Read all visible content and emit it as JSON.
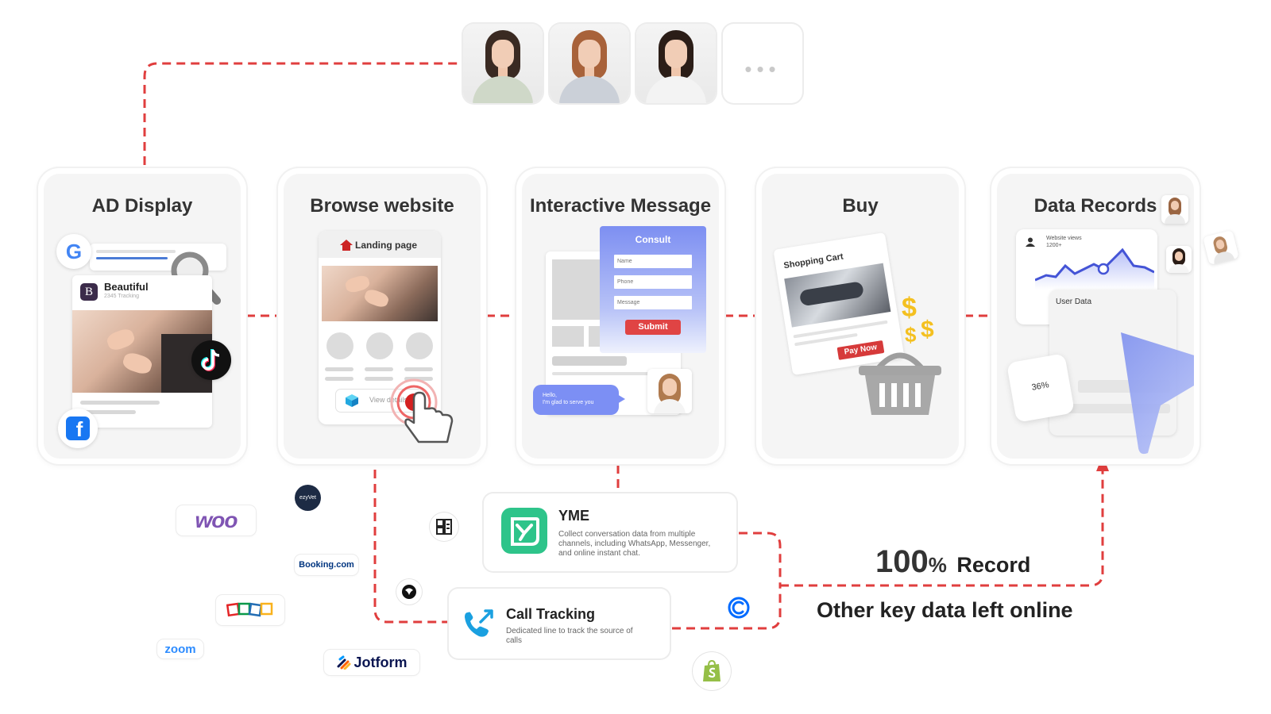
{
  "stages": [
    {
      "id": "ad",
      "title": "AD Display"
    },
    {
      "id": "browse",
      "title": "Browse website"
    },
    {
      "id": "message",
      "title": "Interactive Message"
    },
    {
      "id": "buy",
      "title": "Buy"
    },
    {
      "id": "records",
      "title": "Data Records"
    }
  ],
  "ad": {
    "brand_initial": "B",
    "brand_name": "Beautiful",
    "brand_sub": "2345 Tracking",
    "google_letter": "G",
    "facebook_letter": "f"
  },
  "browse": {
    "landing_label": "Landing page",
    "view_label": "View details"
  },
  "message": {
    "form_title": "Consult",
    "name_placeholder": "Name",
    "phone_placeholder": "Phone",
    "message_placeholder": "Message",
    "submit_label": "Submit",
    "chat_line1": "Hello,",
    "chat_line2": "I'm glad to serve you"
  },
  "buy": {
    "cart_label": "Shopping Cart",
    "pay_label": "Pay Now",
    "dollar": "$"
  },
  "records": {
    "views_label": "Website views",
    "views_value": "1200+",
    "user_data_label": "User Data",
    "percent": "36%"
  },
  "yme": {
    "title": "YME",
    "description": "Collect conversation data from multiple channels, including WhatsApp, Messenger, and online instant chat."
  },
  "call": {
    "title": "Call Tracking",
    "description": "Dedicated line to track the source of calls"
  },
  "brands": {
    "woo": "woo",
    "booking": "Booking.com",
    "zoom": "zoom",
    "jotform": "Jotform",
    "ezyvet": "ezyVet"
  },
  "summary": {
    "percent_number": "100",
    "percent_sign": "%",
    "record_word": "Record",
    "subtitle": "Other key data left online"
  },
  "colors": {
    "accent_red": "#e03e3e",
    "yme_green": "#2ec48a",
    "call_blue": "#1aa0e0",
    "form_blue": "#7d8ff2",
    "facebook_blue": "#1877f2",
    "woo_purple": "#7f54b3",
    "shopify_green": "#95bf47"
  }
}
